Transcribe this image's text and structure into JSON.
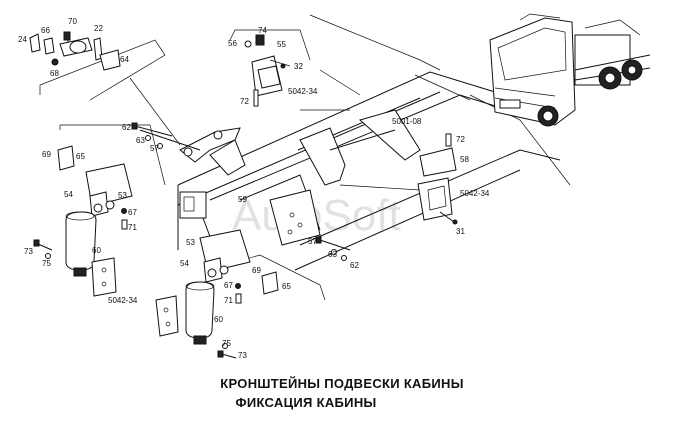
{
  "caption": {
    "line1": "КРОНШТЕЙНЫ ПОДВЕСКИ КАБИНЫ",
    "line2": "ФИКСАЦИЯ КАБИНЫ"
  },
  "watermark": "AutoSoft",
  "callouts": {
    "c24": "24",
    "c66a": "66",
    "c70": "70",
    "c22": "22",
    "c64": "64",
    "c68": "68",
    "c56": "56",
    "c74": "74",
    "c55": "55",
    "c32a": "32",
    "c72a": "72",
    "r5042a": "5042-34",
    "r5001": "5001-08",
    "c72b": "72",
    "c58": "58",
    "r5042b": "5042-34",
    "c31": "31",
    "c62a": "62",
    "c63a": "63",
    "c57a": "57",
    "c69a": "69",
    "c65a": "65",
    "c54a": "54",
    "c53a": "53",
    "c67a": "67",
    "c71a": "71",
    "c73a": "73",
    "c75a": "75",
    "c60a": "60",
    "r5042c": "5042-34",
    "c59": "59",
    "c57b": "57",
    "c63b": "63",
    "c62b": "62",
    "c53b": "53",
    "c54b": "54",
    "c69b": "69",
    "c65b": "65",
    "c67b": "67",
    "c71b": "71",
    "c60b": "60",
    "c75b": "75",
    "c73b": "73"
  }
}
